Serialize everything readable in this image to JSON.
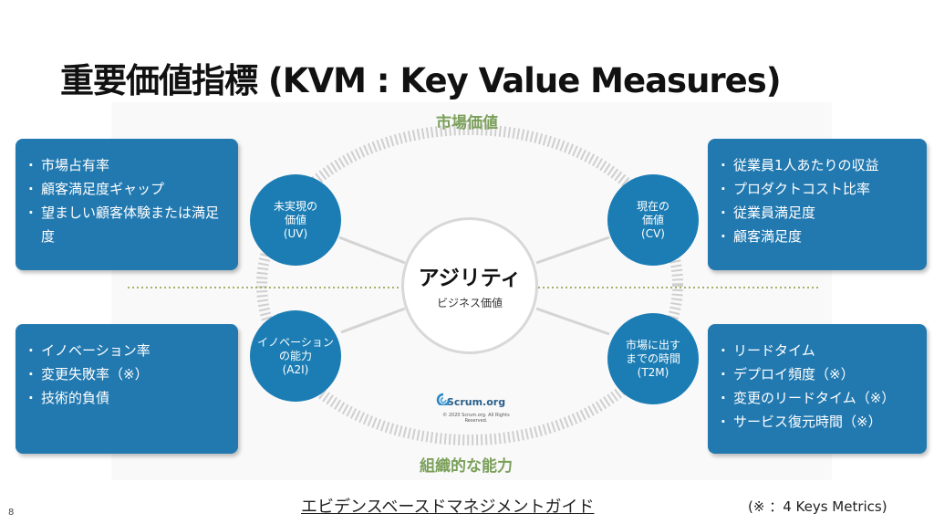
{
  "title": "重要価値指標 (KVM : Key Value Measures)",
  "diagram": {
    "top_label": "市場価値",
    "bottom_label": "組織的な能力",
    "center": {
      "title": "アジリティ",
      "subtitle": "ビジネス価値"
    },
    "nodes": {
      "uv": {
        "line1": "未実現の",
        "line2": "価値",
        "line3": "(UV)"
      },
      "cv": {
        "line1": "現在の",
        "line2": "価値",
        "line3": "(CV)"
      },
      "a2i": {
        "line1": "イノベーション",
        "line2": "の能力",
        "line3": "(A2I)"
      },
      "t2m": {
        "line1": "市場に出す",
        "line2": "までの時間",
        "line3": "(T2M)"
      }
    },
    "logo": {
      "text": "Scrum.org",
      "copyright": "© 2020 Scrum.org. All Rights Reserved."
    },
    "colors": {
      "node": "#1b7db4",
      "box": "#2279b0",
      "axis_label": "#7ba05b"
    }
  },
  "boxes": {
    "top_left": [
      "市場占有率",
      "顧客満足度ギャップ",
      "望ましい顧客体験または満足度"
    ],
    "top_right": [
      "従業員1人あたりの収益",
      "プロダクトコスト比率",
      "従業員満足度",
      "顧客満足度"
    ],
    "bottom_left": [
      "イノベーション率",
      "変更失敗率（※）",
      "技術的負債"
    ],
    "bottom_right": [
      "リードタイム",
      "デプロイ頻度（※）",
      "変更のリードタイム（※）",
      "サービス復元時間（※）"
    ]
  },
  "footer": {
    "link": "エビデンスベースドマネジメントガイド",
    "note": "(※ ：4 Keys Metrics)",
    "page": "8"
  }
}
